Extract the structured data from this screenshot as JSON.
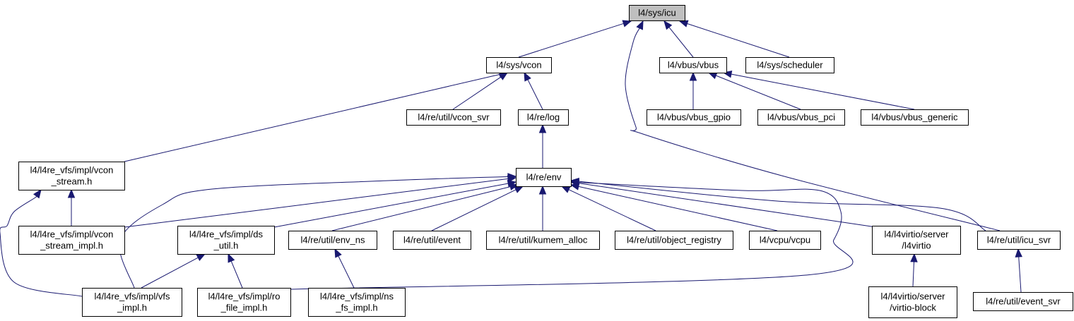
{
  "graph": {
    "edge_color": "#191970",
    "root_fill": "#bfbfbf",
    "nodes": [
      {
        "id": "icu",
        "label": [
          "l4/sys/icu"
        ],
        "root": true
      },
      {
        "id": "vcon",
        "label": [
          "l4/sys/vcon"
        ]
      },
      {
        "id": "vbus",
        "label": [
          "l4/vbus/vbus"
        ]
      },
      {
        "id": "scheduler",
        "label": [
          "l4/sys/scheduler"
        ]
      },
      {
        "id": "vcon_svr",
        "label": [
          "l4/re/util/vcon_svr"
        ]
      },
      {
        "id": "log",
        "label": [
          "l4/re/log"
        ]
      },
      {
        "id": "vbus_gpio",
        "label": [
          "l4/vbus/vbus_gpio"
        ]
      },
      {
        "id": "vbus_pci",
        "label": [
          "l4/vbus/vbus_pci"
        ]
      },
      {
        "id": "vbus_generic",
        "label": [
          "l4/vbus/vbus_generic"
        ]
      },
      {
        "id": "vcon_stream",
        "label": [
          "l4/l4re_vfs/impl/vcon",
          "_stream.h"
        ]
      },
      {
        "id": "env",
        "label": [
          "l4/re/env"
        ]
      },
      {
        "id": "vcon_stream_impl",
        "label": [
          "l4/l4re_vfs/impl/vcon",
          "_stream_impl.h"
        ]
      },
      {
        "id": "ds_util",
        "label": [
          "l4/l4re_vfs/impl/ds",
          "_util.h"
        ]
      },
      {
        "id": "env_ns",
        "label": [
          "l4/re/util/env_ns"
        ]
      },
      {
        "id": "event",
        "label": [
          "l4/re/util/event"
        ]
      },
      {
        "id": "kumem_alloc",
        "label": [
          "l4/re/util/kumem_alloc"
        ]
      },
      {
        "id": "object_registry",
        "label": [
          "l4/re/util/object_registry"
        ]
      },
      {
        "id": "vcpu",
        "label": [
          "l4/vcpu/vcpu"
        ]
      },
      {
        "id": "l4virtio",
        "label": [
          "l4/l4virtio/server",
          "/l4virtio"
        ]
      },
      {
        "id": "icu_svr",
        "label": [
          "l4/re/util/icu_svr"
        ]
      },
      {
        "id": "vfs_impl",
        "label": [
          "l4/l4re_vfs/impl/vfs",
          "_impl.h"
        ]
      },
      {
        "id": "ro_file_impl",
        "label": [
          "l4/l4re_vfs/impl/ro",
          "_file_impl.h"
        ]
      },
      {
        "id": "ns_fs_impl",
        "label": [
          "l4/l4re_vfs/impl/ns",
          "_fs_impl.h"
        ]
      },
      {
        "id": "virtio_block",
        "label": [
          "l4/l4virtio/server",
          "/virtio-block"
        ]
      },
      {
        "id": "event_svr",
        "label": [
          "l4/re/util/event_svr"
        ]
      }
    ],
    "edges": [
      {
        "from": "vcon",
        "to": "icu"
      },
      {
        "from": "vbus",
        "to": "icu"
      },
      {
        "from": "scheduler",
        "to": "icu"
      },
      {
        "from": "icu_svr",
        "to": "icu"
      },
      {
        "from": "vcon_stream",
        "to": "vcon"
      },
      {
        "from": "vcon_svr",
        "to": "vcon"
      },
      {
        "from": "log",
        "to": "vcon"
      },
      {
        "from": "vbus_gpio",
        "to": "vbus"
      },
      {
        "from": "vbus_pci",
        "to": "vbus"
      },
      {
        "from": "vbus_generic",
        "to": "vbus"
      },
      {
        "from": "env",
        "to": "log"
      },
      {
        "from": "vcon_stream_impl",
        "to": "vcon_stream"
      },
      {
        "from": "vfs_impl",
        "to": "vcon_stream"
      },
      {
        "from": "vcon_stream_impl",
        "to": "env"
      },
      {
        "from": "ds_util",
        "to": "env"
      },
      {
        "from": "env_ns",
        "to": "env"
      },
      {
        "from": "event",
        "to": "env"
      },
      {
        "from": "kumem_alloc",
        "to": "env"
      },
      {
        "from": "object_registry",
        "to": "env"
      },
      {
        "from": "vcpu",
        "to": "env"
      },
      {
        "from": "l4virtio",
        "to": "env"
      },
      {
        "from": "icu_svr",
        "to": "env"
      },
      {
        "from": "vfs_impl",
        "to": "env"
      },
      {
        "from": "ro_file_impl",
        "to": "env"
      },
      {
        "from": "vfs_impl",
        "to": "ds_util"
      },
      {
        "from": "ro_file_impl",
        "to": "ds_util"
      },
      {
        "from": "ns_fs_impl",
        "to": "env_ns"
      },
      {
        "from": "virtio_block",
        "to": "l4virtio"
      },
      {
        "from": "event_svr",
        "to": "icu_svr"
      }
    ]
  }
}
